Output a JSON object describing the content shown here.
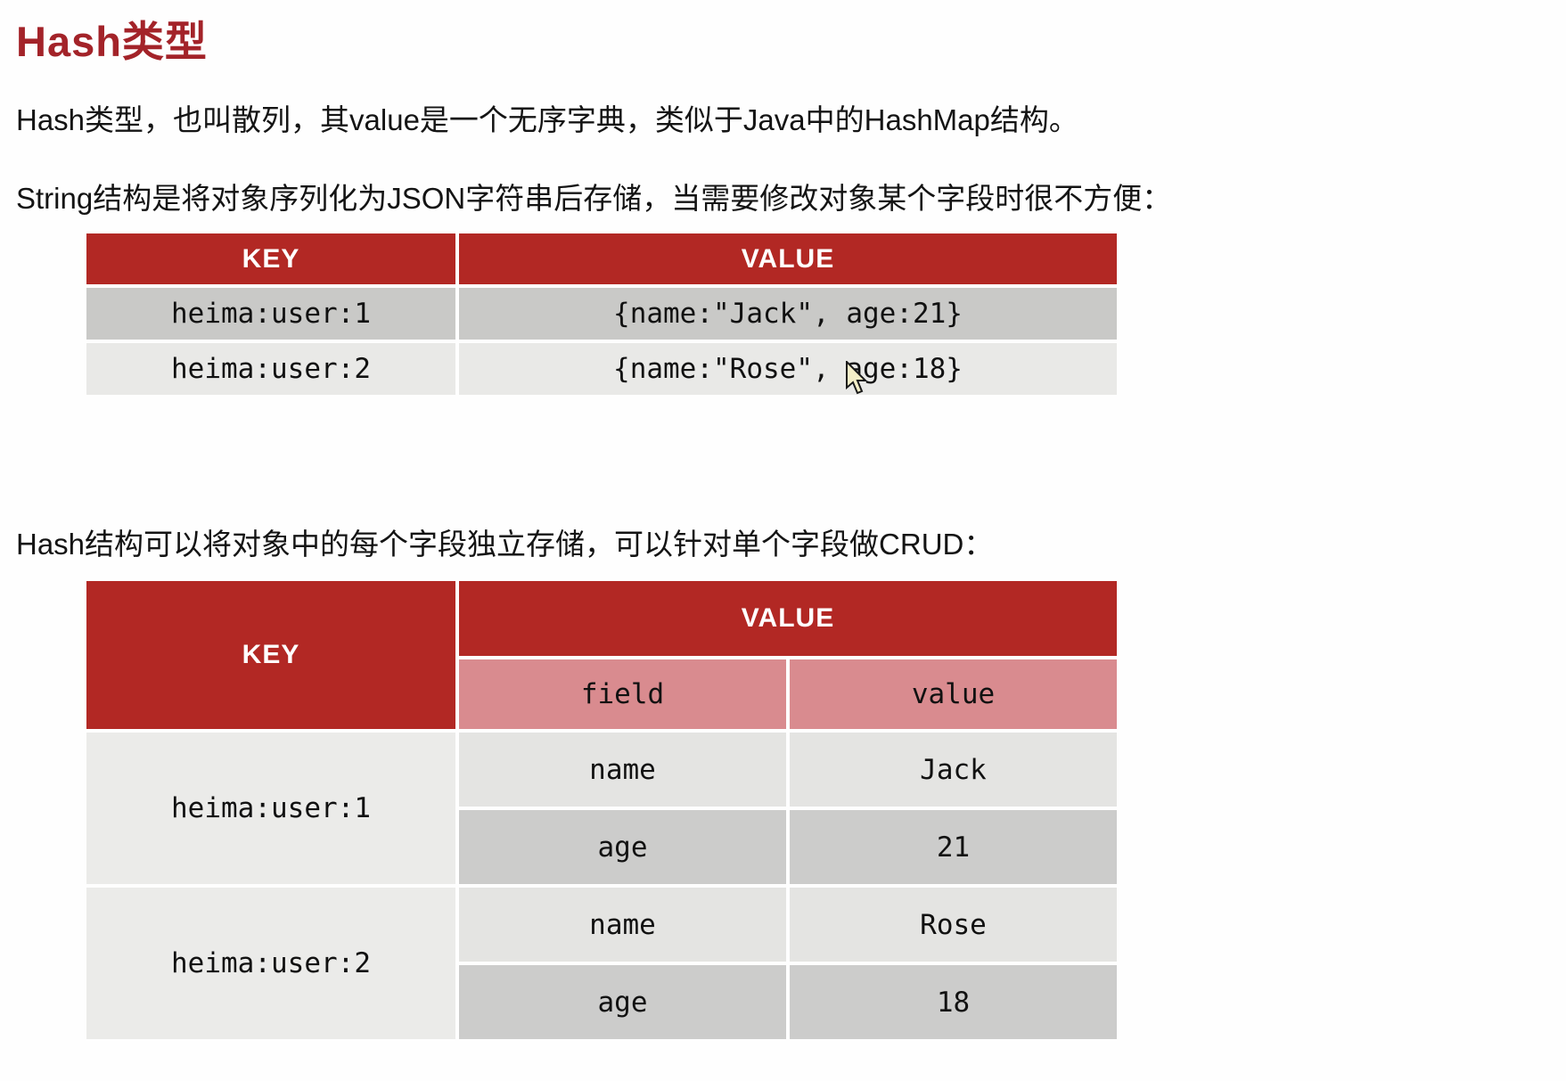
{
  "page": {
    "title": "Hash类型",
    "paragraph1": "Hash类型，也叫散列，其value是一个无序字典，类似于Java中的HashMap结构。",
    "paragraph2": "String结构是将对象序列化为JSON字符串后存储，当需要修改对象某个字段时很不方便：",
    "paragraph3": "Hash结构可以将对象中的每个字段独立存储，可以针对单个字段做CRUD："
  },
  "string_table": {
    "key_header": "KEY",
    "value_header": "VALUE",
    "rows": [
      {
        "key": "heima:user:1",
        "value": "{name:\"Jack\", age:21}"
      },
      {
        "key": "heima:user:2",
        "value": "{name:\"Rose\", age:18}"
      }
    ]
  },
  "hash_table": {
    "key_header": "KEY",
    "value_header": "VALUE",
    "sub_headers": {
      "field": "field",
      "value": "value"
    },
    "groups": [
      {
        "key": "heima:user:1",
        "fields": [
          {
            "field": "name",
            "value": "Jack"
          },
          {
            "field": "age",
            "value": "21"
          }
        ]
      },
      {
        "key": "heima:user:2",
        "fields": [
          {
            "field": "name",
            "value": "Rose"
          },
          {
            "field": "age",
            "value": "18"
          }
        ]
      }
    ]
  },
  "colors": {
    "title_red": "#a32329",
    "header_red": "#b22824",
    "subheader_pink": "#d98b8f",
    "row_gray_dark": "#c9c9c7",
    "row_gray_light": "#e9e9e7"
  }
}
